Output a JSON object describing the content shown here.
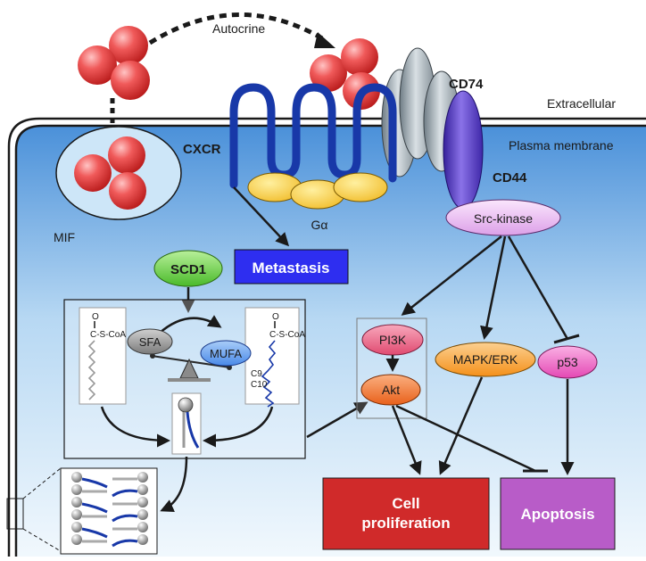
{
  "labels": {
    "autocrine": "Autocrine",
    "extracellular": "Extracellular",
    "plasma_membrane": "Plasma membrane",
    "cxcr": "CXCR",
    "cd74": "CD74",
    "cd44": "CD44",
    "mif": "MIF",
    "g_alpha": "Gα",
    "src_kinase": "Src-kinase",
    "scd1": "SCD1",
    "metastasis": "Metastasis",
    "sfa": "SFA",
    "mufa": "MUFA",
    "coa_left": "C-S-CoA",
    "coa_right": "C-S-CoA",
    "o_left": "O",
    "o_right": "O",
    "c9": "C9",
    "c10": "C10",
    "pi3k": "PI3K",
    "akt": "Akt",
    "mapk_erk": "MAPK/ERK",
    "p53": "p53",
    "cell_proliferation_1": "Cell",
    "cell_proliferation_2": "proliferation",
    "apoptosis": "Apoptosis"
  },
  "colors": {
    "cytoplasm_top": "#4a90d9",
    "cytoplasm_bottom": "#eaf4fc",
    "mif_red": "#e84a4a",
    "receptor_blue": "#1838a8",
    "g_alpha_yellow": "#f5c842",
    "cd74_grey": "#9aa6ae",
    "cd44_purple": "#5a3cbf",
    "src_lilac": "#e9b8f0",
    "scd1_green": "#7ad654",
    "metastasis_blue": "#2a2af0",
    "pi3k_pink": "#f06a8a",
    "akt_orange": "#f07a2a",
    "mapk_orange": "#f8a53a",
    "p53_pink": "#f05ac0",
    "proliferation_red": "#d23232",
    "apoptosis_purple": "#b85cc8"
  }
}
